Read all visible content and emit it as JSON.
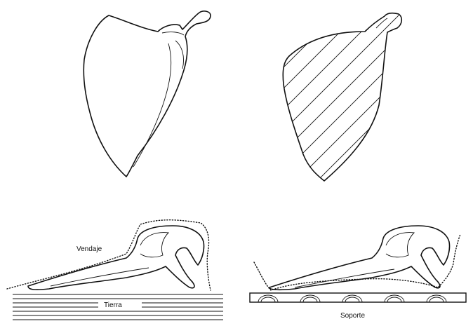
{
  "labels": {
    "bandage": "Vendaje",
    "ground": "Tierra",
    "support": "Soporte"
  },
  "colors": {
    "ink": "#111111",
    "background": "#ffffff"
  }
}
